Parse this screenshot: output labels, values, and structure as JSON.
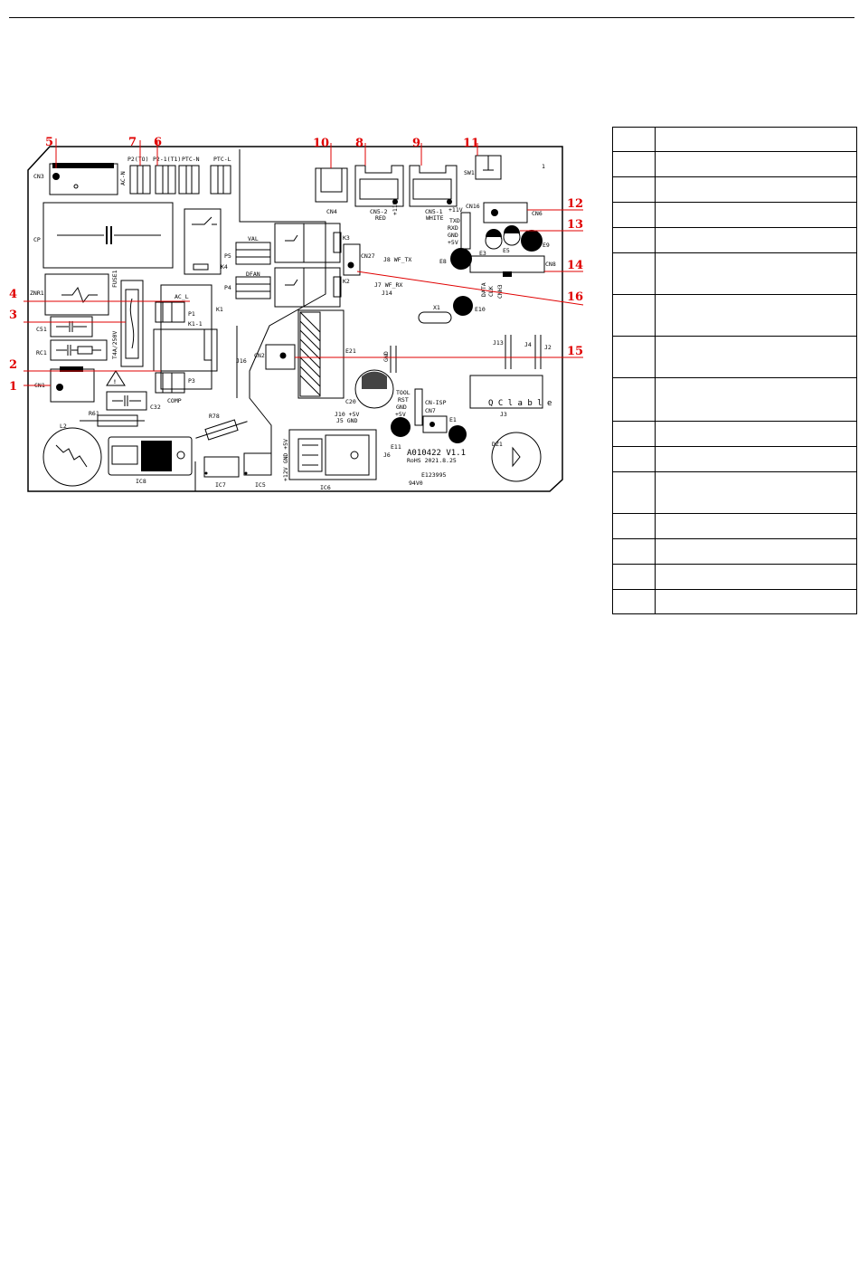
{
  "board": {
    "silk_labels": [
      {
        "key": "cn3",
        "text": "CN3"
      },
      {
        "key": "acn",
        "text": "AC-N"
      },
      {
        "key": "p2to",
        "text": "P2(TO)"
      },
      {
        "key": "p2t1",
        "text": "P2-1(T1)"
      },
      {
        "key": "ptcn",
        "text": "PTC-N"
      },
      {
        "key": "ptcl",
        "text": "PTC-L"
      },
      {
        "key": "cn4",
        "text": "CN4"
      },
      {
        "key": "cn52",
        "text": "CN5-2"
      },
      {
        "key": "red",
        "text": "RED"
      },
      {
        "key": "v11a",
        "text": "+11V"
      },
      {
        "key": "cn51",
        "text": "CN5-1"
      },
      {
        "key": "white",
        "text": "WHITE"
      },
      {
        "key": "v11b",
        "text": "+11V"
      },
      {
        "key": "sw1",
        "text": "SW1"
      },
      {
        "key": "one_tr",
        "text": "1"
      },
      {
        "key": "cp",
        "text": "CP"
      },
      {
        "key": "zinr1",
        "text": "ZNR1"
      },
      {
        "key": "fuse",
        "text": "FUSE1"
      },
      {
        "key": "fuse_rating",
        "text": "T4A/250V"
      },
      {
        "key": "c51",
        "text": "C51"
      },
      {
        "key": "rc1",
        "text": "RC1"
      },
      {
        "key": "cn1",
        "text": "CN1"
      },
      {
        "key": "val",
        "text": "VAL"
      },
      {
        "key": "p5",
        "text": "P5"
      },
      {
        "key": "k4",
        "text": "K4"
      },
      {
        "key": "dfan",
        "text": "DFAN"
      },
      {
        "key": "p4",
        "text": "P4"
      },
      {
        "key": "k3",
        "text": "K3"
      },
      {
        "key": "k2",
        "text": "K2"
      },
      {
        "key": "k1",
        "text": "K1"
      },
      {
        "key": "acl",
        "text": "AC_L"
      },
      {
        "key": "p1",
        "text": "P1"
      },
      {
        "key": "k11",
        "text": "K1-1"
      },
      {
        "key": "p3",
        "text": "P3"
      },
      {
        "key": "comp",
        "text": "COMP"
      },
      {
        "key": "j16",
        "text": "J16"
      },
      {
        "key": "c32",
        "text": "C32"
      },
      {
        "key": "r61",
        "text": "R61"
      },
      {
        "key": "r78",
        "text": "R78"
      },
      {
        "key": "l2",
        "text": "L2"
      },
      {
        "key": "ic8",
        "text": "IC8"
      },
      {
        "key": "ic7",
        "text": "IC7"
      },
      {
        "key": "ic5",
        "text": "IC5"
      },
      {
        "key": "ic6",
        "text": "IC6"
      },
      {
        "key": "v12gnd5v",
        "text": "+12V GND +5V"
      },
      {
        "key": "j6",
        "text": "J6"
      },
      {
        "key": "cn2",
        "text": "CN2"
      },
      {
        "key": "e21",
        "text": "E21"
      },
      {
        "key": "c20",
        "text": "C20"
      },
      {
        "key": "j10",
        "text": "J10  +5V"
      },
      {
        "key": "j5gnd",
        "text": "J5  GND"
      },
      {
        "key": "cn27",
        "text": "CN27"
      },
      {
        "key": "j8",
        "text": "J8 WF_TX"
      },
      {
        "key": "j7",
        "text": "J7  WF_RX"
      },
      {
        "key": "j14",
        "text": "J14"
      },
      {
        "key": "cn16",
        "text": "CN16"
      },
      {
        "key": "txd",
        "text": "TXD"
      },
      {
        "key": "rxd",
        "text": "RXD"
      },
      {
        "key": "gnd_a",
        "text": "GND"
      },
      {
        "key": "v5_a",
        "text": "+5V"
      },
      {
        "key": "e8",
        "text": "E8"
      },
      {
        "key": "e3",
        "text": "E3"
      },
      {
        "key": "e5",
        "text": "E5"
      },
      {
        "key": "e9",
        "text": "E9"
      },
      {
        "key": "cn6",
        "text": "CN6"
      },
      {
        "key": "cn8",
        "text": "CN8"
      },
      {
        "key": "data",
        "text": "DATA"
      },
      {
        "key": "clk",
        "text": "CLK"
      },
      {
        "key": "cnh3",
        "text": "CNH3"
      },
      {
        "key": "x1",
        "text": "X1"
      },
      {
        "key": "e10",
        "text": "E10"
      },
      {
        "key": "j13",
        "text": "J13"
      },
      {
        "key": "j4",
        "text": "J4"
      },
      {
        "key": "j2",
        "text": "J2"
      },
      {
        "key": "gnd_b",
        "text": "GND"
      },
      {
        "key": "tool",
        "text": "TOOL"
      },
      {
        "key": "rst",
        "text": "RST"
      },
      {
        "key": "gnd_c",
        "text": "GND"
      },
      {
        "key": "v5_c",
        "text": "+5V"
      },
      {
        "key": "cnisp",
        "text": "CN-ISP"
      },
      {
        "key": "cn7",
        "text": "CN7"
      },
      {
        "key": "e11",
        "text": "E11"
      },
      {
        "key": "e1",
        "text": "E1"
      },
      {
        "key": "qc",
        "text": "Q C  l a b l e"
      },
      {
        "key": "j3",
        "text": "J3"
      },
      {
        "key": "model",
        "text": "A010422  V1.1"
      },
      {
        "key": "rohs",
        "text": "RoHS  2021.8.25"
      },
      {
        "key": "ul",
        "text": "E123995"
      },
      {
        "key": "rating",
        "text": "94V0"
      },
      {
        "key": "dz1",
        "text": "DZ1"
      }
    ],
    "callouts": [
      "1",
      "2",
      "3",
      "4",
      "5",
      "6",
      "7",
      "8",
      "9",
      "10",
      "11",
      "12",
      "13",
      "14",
      "15",
      "16"
    ]
  },
  "legend": {
    "rows": [
      {
        "num": "",
        "desc": ""
      },
      {
        "num": "",
        "desc": ""
      },
      {
        "num": "",
        "desc": ""
      },
      {
        "num": "",
        "desc": ""
      },
      {
        "num": "",
        "desc": ""
      },
      {
        "num": "",
        "desc": ""
      },
      {
        "num": "",
        "desc": ""
      },
      {
        "num": "",
        "desc": ""
      },
      {
        "num": "",
        "desc": ""
      },
      {
        "num": "",
        "desc": ""
      },
      {
        "num": "",
        "desc": ""
      },
      {
        "num": "",
        "desc": ""
      },
      {
        "num": "",
        "desc": ""
      },
      {
        "num": "",
        "desc": ""
      },
      {
        "num": "",
        "desc": ""
      },
      {
        "num": "",
        "desc": ""
      }
    ]
  },
  "colors": {
    "callout": "#e00000",
    "ink": "#000000"
  }
}
